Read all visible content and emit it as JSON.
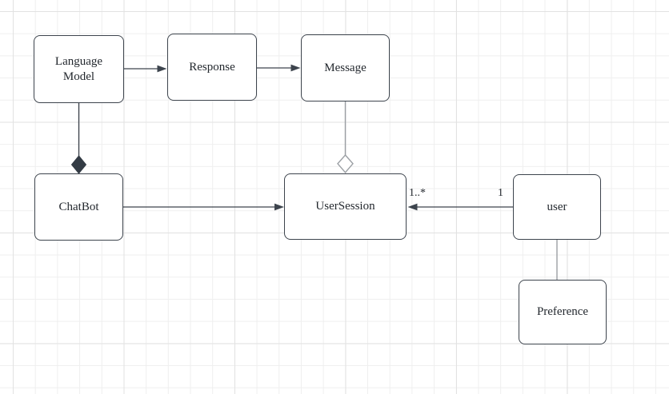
{
  "canvas": {
    "background": "#ffffff",
    "grid_minor_color": "#efefef",
    "grid_major_color": "#e2e2e2"
  },
  "palette": {
    "node_fill": "#ffffff",
    "node_stroke": "#3d444d",
    "edge_stroke_dark": "#3d444d",
    "edge_stroke_light": "#9b9fa4",
    "text_color": "#23282e"
  },
  "nodes": [
    {
      "id": "language-model",
      "label": "Language Model"
    },
    {
      "id": "response",
      "label": "Response"
    },
    {
      "id": "message",
      "label": "Message"
    },
    {
      "id": "chatbot",
      "label": "ChatBot"
    },
    {
      "id": "user-session",
      "label": "UserSession"
    },
    {
      "id": "user",
      "label": "user"
    },
    {
      "id": "preference",
      "label": "Preference"
    }
  ],
  "edges": [
    {
      "id": "language-model-to-response",
      "from": "language-model",
      "to": "response",
      "type": "arrow"
    },
    {
      "id": "response-to-message",
      "from": "response",
      "to": "message",
      "type": "arrow"
    },
    {
      "id": "language-model-to-chatbot",
      "from": "language-model",
      "to": "chatbot",
      "type": "composition-diamond"
    },
    {
      "id": "message-to-user-session",
      "from": "message",
      "to": "user-session",
      "type": "aggregation-diamond"
    },
    {
      "id": "chatbot-to-user-session",
      "from": "chatbot",
      "to": "user-session",
      "type": "arrow"
    },
    {
      "id": "user-to-user-session",
      "from": "user",
      "to": "user-session",
      "type": "arrow"
    },
    {
      "id": "user-to-preference",
      "from": "user",
      "to": "preference",
      "type": "line"
    }
  ],
  "edge_labels": [
    {
      "id": "multiplicity-many",
      "text": "1..*"
    },
    {
      "id": "multiplicity-one",
      "text": "1"
    }
  ]
}
